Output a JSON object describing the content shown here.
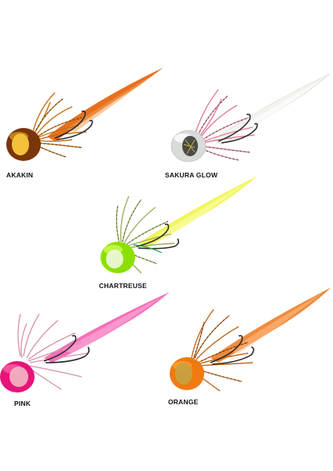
{
  "variants": [
    {
      "name": "AKAKIN",
      "colors": {
        "head": "#7a3508",
        "head_highlight": "#e0a020",
        "inner": "#f3c23a",
        "tail": "#e7701f",
        "tail_light": "#f5a055",
        "skirt": "#c07018",
        "skirt_dark": "#3a2410"
      }
    },
    {
      "name": "SAKURA GLOW",
      "colors": {
        "head": "#d8dbd6",
        "head_highlight": "#ffffff",
        "inner": "#3a3a3a",
        "tail": "#f3f3ee",
        "tail_light": "#ffffff",
        "skirt": "#e08098",
        "skirt_dark": "#2a2a2a"
      }
    },
    {
      "name": "CHARTREUSE",
      "colors": {
        "head": "#8be000",
        "head_highlight": "#d8ff60",
        "inner": "#f0f8e0",
        "tail": "#f1f65a",
        "tail_light": "#fbffb0",
        "skirt": "#9ab060",
        "skirt_dark": "#3a3a2a"
      }
    },
    {
      "name": "PINK",
      "colors": {
        "head": "#e6147a",
        "head_highlight": "#ff7ab0",
        "inner": "#f0b0c0",
        "tail": "#f46fb8",
        "tail_light": "#ffb0d8",
        "skirt": "#d890a8",
        "skirt_dark": "#8a4a50"
      }
    },
    {
      "name": "ORANGE",
      "colors": {
        "head": "#f07a10",
        "head_highlight": "#ffb040",
        "inner": "#c8a040",
        "tail": "#f08a3c",
        "tail_light": "#ffc08a",
        "skirt": "#c06a20",
        "skirt_dark": "#2a1a10"
      }
    }
  ]
}
